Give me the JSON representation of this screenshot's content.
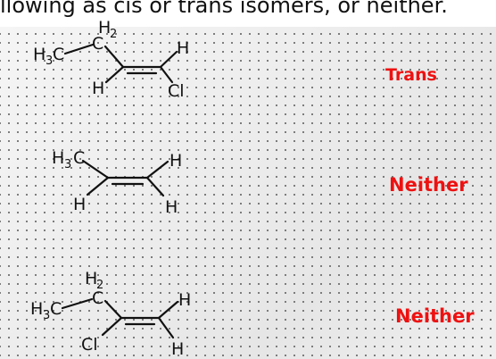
{
  "header": {
    "text": "llowing as cis or trans isomers, or neither."
  },
  "molecules": [
    {
      "answer": "Trans",
      "atoms": {
        "ch2_main": "H",
        "ch2_sub": "2",
        "ch3_main": "H",
        "ch3_sub": "3",
        "ch3_c": "C",
        "c": "C",
        "h_top_right": "H",
        "h_bottom_left": "H",
        "cl": "Cl"
      }
    },
    {
      "answer": "Neither",
      "atoms": {
        "ch3_main": "H",
        "ch3_sub": "3",
        "ch3_c": "C",
        "h_top_right": "H",
        "h_bottom_left": "H",
        "h_bottom_right": "H"
      }
    },
    {
      "answer": "Neither",
      "atoms": {
        "ch2_main": "H",
        "ch2_sub": "2",
        "ch3_main": "H",
        "ch3_sub": "3",
        "ch3_c": "C",
        "c": "C",
        "h_top_right": "H",
        "cl": "Cl",
        "h_bottom_right": "H"
      }
    }
  ],
  "colors": {
    "answer": "#ee1111",
    "bond": "#111111",
    "grid_dot": "#6b6b6b"
  }
}
